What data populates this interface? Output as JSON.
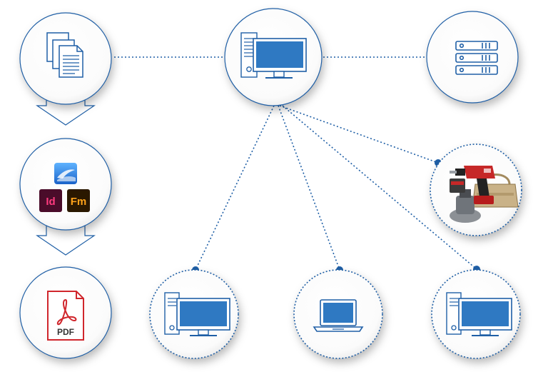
{
  "colors": {
    "accent_blue": "#2f79c2",
    "line_blue": "#1f5fa6",
    "indesign_bg": "#4a0c2a",
    "indesign_fg": "#ff3b7f",
    "framemaker_bg": "#2a1800",
    "framemaker_fg": "#ffa31a",
    "pdf_red": "#d0262c"
  },
  "nodes": {
    "documents": {
      "icon": "documents-icon"
    },
    "authoring_tools": {
      "icons": [
        "writing-app-icon",
        "indesign-icon",
        "framemaker-icon"
      ],
      "indesign_label": "Id",
      "framemaker_label": "Fm"
    },
    "pdf": {
      "icon": "pdf-file-icon",
      "label": "PDF"
    },
    "central_computer": {
      "icon": "desktop-computer-icon"
    },
    "server": {
      "icon": "server-rack-icon"
    },
    "product": {
      "icon": "power-tools-photo"
    },
    "client_desktop_1": {
      "icon": "desktop-computer-icon"
    },
    "client_laptop": {
      "icon": "laptop-icon"
    },
    "client_desktop_2": {
      "icon": "desktop-computer-icon"
    }
  }
}
